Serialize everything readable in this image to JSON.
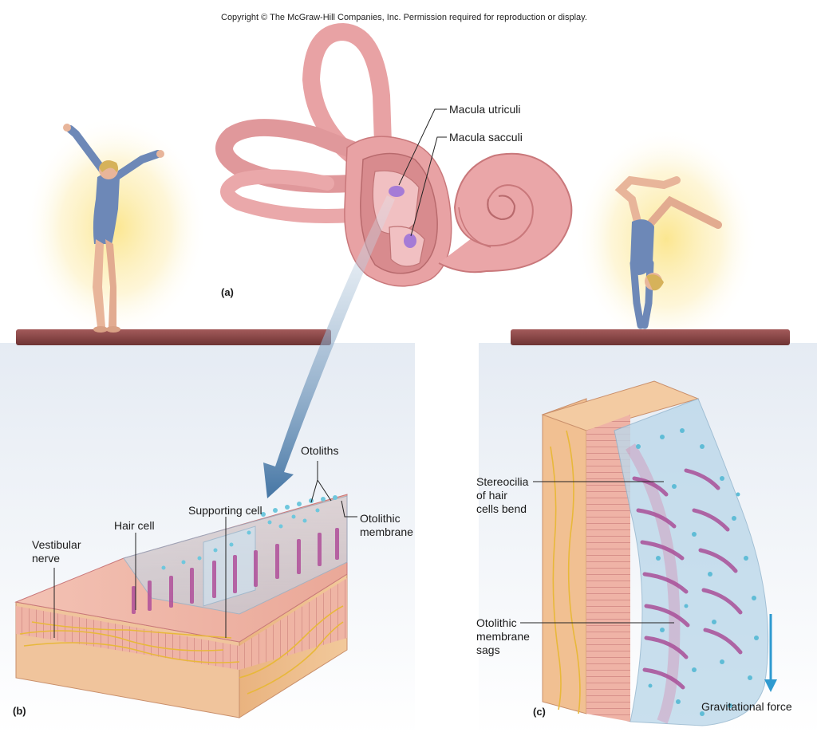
{
  "copyright": "Copyright © The McGraw-Hill Companies, Inc.  Permission required for reproduction or display.",
  "panels": {
    "a": "(a)",
    "b": "(b)",
    "c": "(c)"
  },
  "labels": {
    "macula_utriculi": "Macula utriculi",
    "macula_sacculi": "Macula sacculi",
    "otoliths": "Otoliths",
    "otolithic_membrane": "Otolithic\nmembrane",
    "supporting_cell": "Supporting cell",
    "hair_cell": "Hair cell",
    "vestibular_nerve": "Vestibular\nnerve",
    "stereocilia_bend": "Stereocilia\nof hair\ncells bend",
    "membrane_sags": "Otolithic\nmembrane\nsags",
    "gravitational_force": "Gravitational force"
  },
  "colors": {
    "ear": "#e8a2a4",
    "ear_dark": "#c9787b",
    "beam": "#8b4a4a",
    "glow": "#fbe58a",
    "arrow": "#3c6fa0",
    "gravity_arrow": "#2f9ad0",
    "leotard": "#6d88b7",
    "tissue": "#f0b8a6",
    "membrane": "#bcd8ea",
    "otolith": "#6fc7dd",
    "nerve": "#e8b83a",
    "hair_cell": "#b04f9a"
  }
}
